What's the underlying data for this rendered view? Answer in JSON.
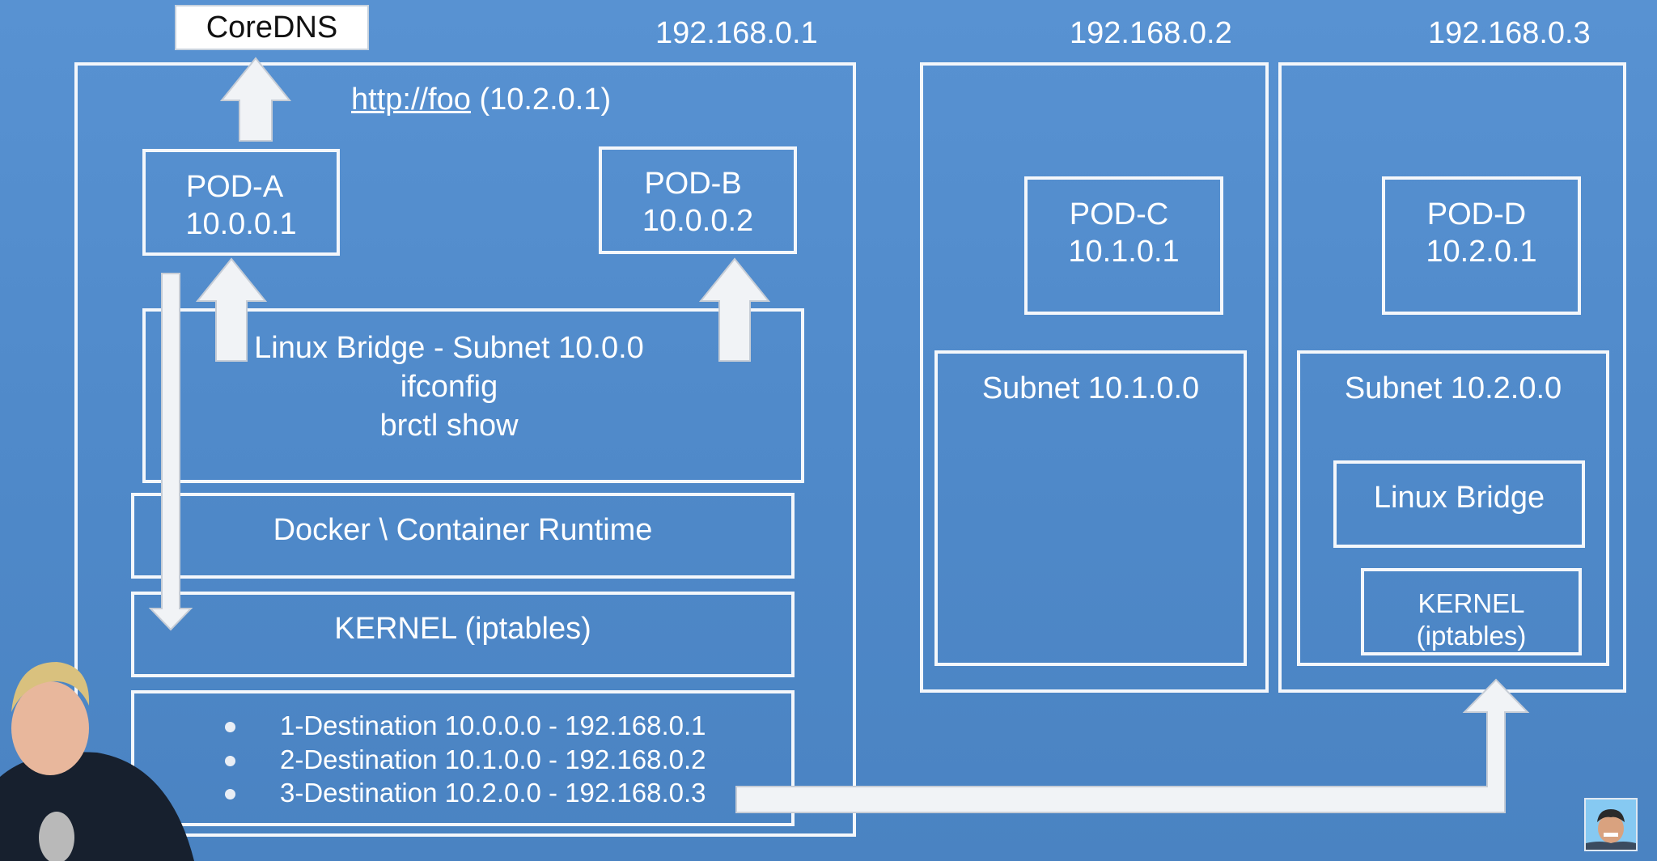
{
  "coredns": {
    "label": "CoreDNS"
  },
  "nodes": [
    {
      "ip": "192.168.0.1",
      "service": {
        "url": "http://foo",
        "ip": "(10.2.0.1)"
      },
      "pods": [
        {
          "name": "POD-A",
          "ip": "10.0.0.1"
        },
        {
          "name": "POD-B",
          "ip": "10.0.0.2"
        }
      ],
      "bridge": {
        "title": "Linux Bridge - Subnet 10.0.0",
        "cmd1": "ifconfig",
        "cmd2": "brctl show"
      },
      "runtime": "Docker \\ Container Runtime",
      "kernel": "KERNEL (iptables)",
      "routes": [
        "1-Destination 10.0.0.0 - 192.168.0.1",
        "2-Destination 10.1.0.0 - 192.168.0.2",
        "3-Destination 10.2.0.0 - 192.168.0.3"
      ]
    },
    {
      "ip": "192.168.0.2",
      "pod": {
        "name": "POD-C",
        "ip": "10.1.0.1"
      },
      "subnet": "Subnet 10.1.0.0"
    },
    {
      "ip": "192.168.0.3",
      "pod": {
        "name": "POD-D",
        "ip": "10.2.0.1"
      },
      "subnet": "Subnet 10.2.0.0",
      "bridge": "Linux Bridge",
      "kernel": {
        "line1": "KERNEL",
        "line2": "(iptables)"
      }
    }
  ]
}
